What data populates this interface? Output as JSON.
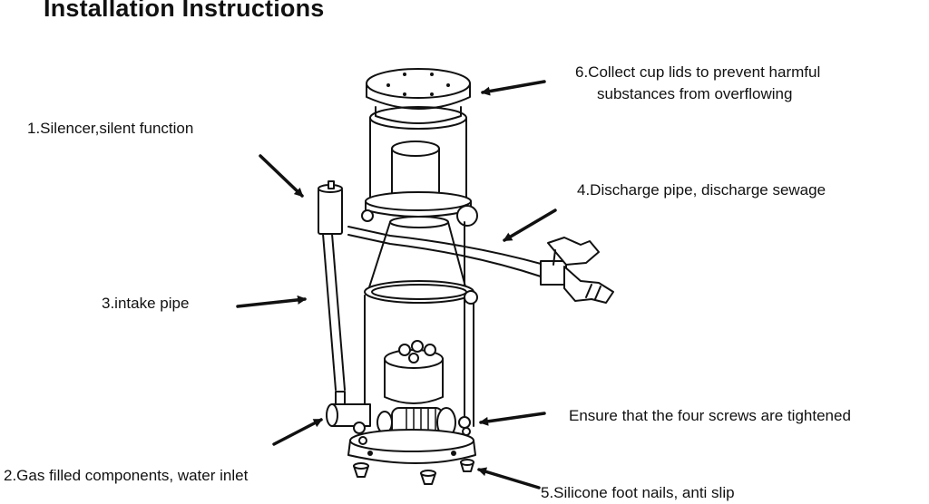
{
  "title": "Installation Instructions",
  "labels": {
    "silencer": "1.Silencer,silent function",
    "gas_inlet": "2.Gas filled components, water inlet",
    "intake": "3.intake pipe",
    "discharge": "4.Discharge pipe, discharge sewage",
    "foot": "5.Silicone foot nails, anti slip",
    "cup_lid_line1": "6.Collect cup lids to prevent harmful",
    "cup_lid_line2": "substances from overflowing",
    "screws": "Ensure that the four screws are tightened"
  },
  "colors": {
    "ink": "#111111",
    "background": "#ffffff"
  }
}
